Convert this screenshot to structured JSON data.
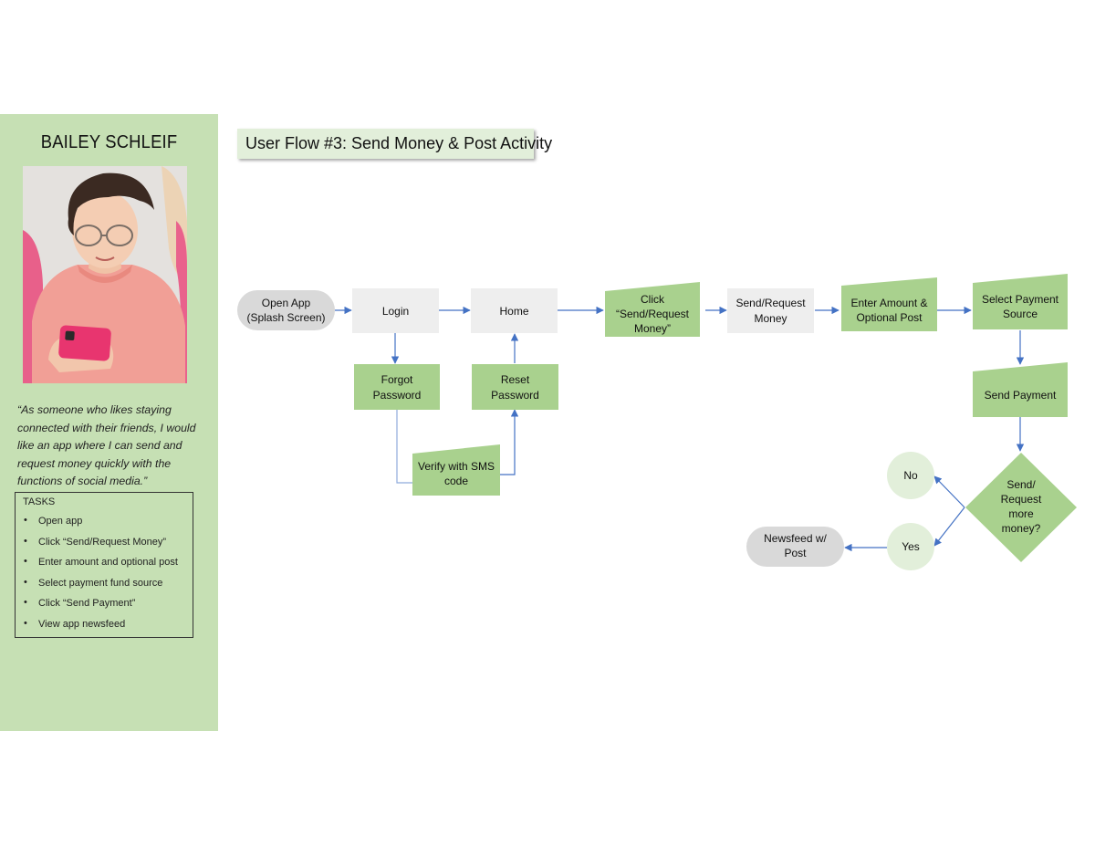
{
  "persona": {
    "name": "BAILEY SCHLEIF",
    "quote": "“As someone who likes staying connected with their friends, I would like an app where I can send and request money quickly with the functions of social media.”",
    "tasks_title": "TASKS",
    "tasks": [
      "Open app",
      "Click “Send/Request Money”",
      "Enter amount and optional post",
      "Select payment fund source",
      "Click “Send  Payment”",
      "View app newsfeed"
    ]
  },
  "flow": {
    "title": "User Flow #3: Send Money & Post Activity",
    "nodes": {
      "open_app": [
        "Open App",
        "(Splash Screen)"
      ],
      "login": [
        "Login"
      ],
      "home": [
        "Home"
      ],
      "click_send": [
        "Click",
        "“Send/Request",
        "Money”"
      ],
      "send_request": [
        "Send/Request",
        "Money"
      ],
      "enter_amount": [
        "Enter Amount &",
        "Optional Post"
      ],
      "select_payment": [
        "Select Payment",
        "Source"
      ],
      "forgot_password": [
        "Forgot",
        "Password"
      ],
      "reset_password": [
        "Reset",
        "Password"
      ],
      "verify_sms": [
        "Verify with SMS",
        "code"
      ],
      "send_payment": [
        "Send Payment"
      ],
      "decision": [
        "Send/",
        "Request",
        "more",
        "money?"
      ],
      "no": [
        "No"
      ],
      "yes": [
        "Yes"
      ],
      "newsfeed": [
        "Newsfeed w/",
        "Post"
      ]
    }
  },
  "colors": {
    "panel_green": "#c6e0b4",
    "node_green": "#a9d18e",
    "node_gray": "#eeeeee",
    "terminal_gray": "#d9d9d9",
    "circle_green": "#e2efda",
    "arrow_blue": "#4472c4",
    "connector_blue": "#8faadc"
  }
}
